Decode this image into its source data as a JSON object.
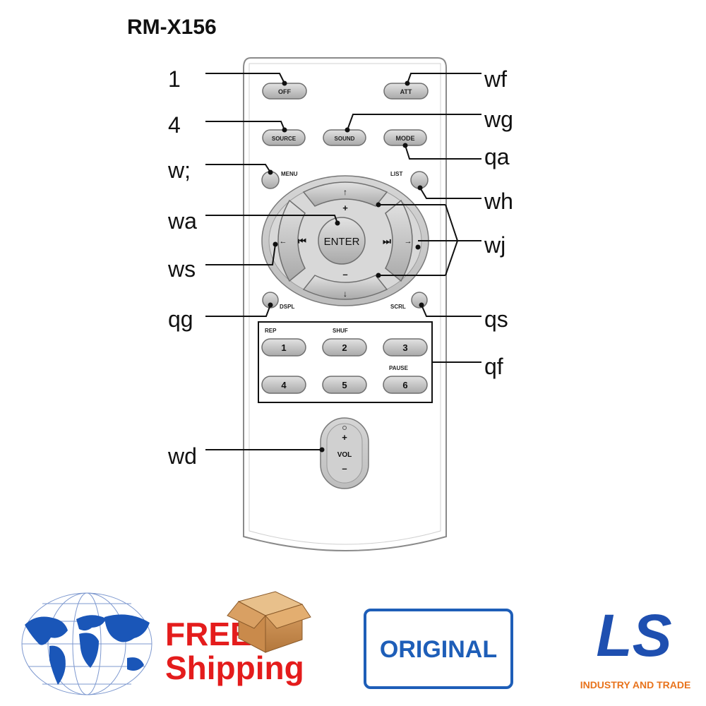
{
  "model": "RM-X156",
  "callouts": {
    "off": "1",
    "source": "4",
    "menu": "w;",
    "enter": "wa",
    "seek_left": "ws",
    "display": "qg",
    "volume": "wd",
    "att": "wf",
    "sound": "wg",
    "mode": "qa",
    "list": "wh",
    "cross": "wj",
    "scrl": "qs",
    "presets": "qf"
  },
  "buttons": {
    "off": "OFF",
    "att": "ATT",
    "source": "SOURCE",
    "sound": "SOUND",
    "mode": "MODE",
    "menu": "MENU",
    "list": "LIST",
    "enter": "ENTER",
    "dspl": "DSPL",
    "scrl": "SCRL",
    "plus": "+",
    "minus": "–",
    "vol": "VOL",
    "vol_plus": "+",
    "vol_minus": "–"
  },
  "presets": {
    "rep": "REP",
    "shuf": "SHUF",
    "pause": "PAUSE",
    "numbers": [
      "1",
      "2",
      "3",
      "4",
      "5",
      "6"
    ]
  },
  "badges": {
    "free": "FREE",
    "shipping": "Shipping",
    "original": "ORIGINAL",
    "ls_logo": "LS",
    "ls_subtitle": "INDUSTRY AND TRADE"
  },
  "icons": {
    "globe": "world-map-globe-icon",
    "box": "cardboard-box-icon"
  },
  "colors": {
    "free_red": "#e41c1c",
    "original_blue": "#1e5eb8",
    "ls_blue": "#1e4fb0",
    "ls_orange": "#e8731c",
    "globe_blue": "#1a56b8"
  }
}
